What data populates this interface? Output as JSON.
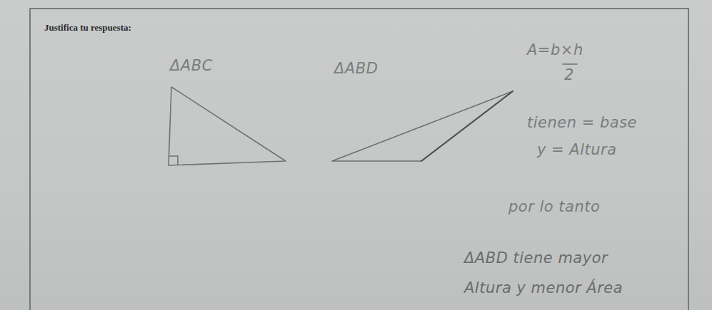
{
  "diagram": {
    "labels": [
      "Justifica tu respuesta:",
      "ΔABC",
      "ΔABD",
      "A=b×h",
      "2",
      "tienen = base",
      "y = Altura",
      "por lo tanto",
      "ΔABD tiene mayor",
      "Altura y menor Área"
    ]
  }
}
